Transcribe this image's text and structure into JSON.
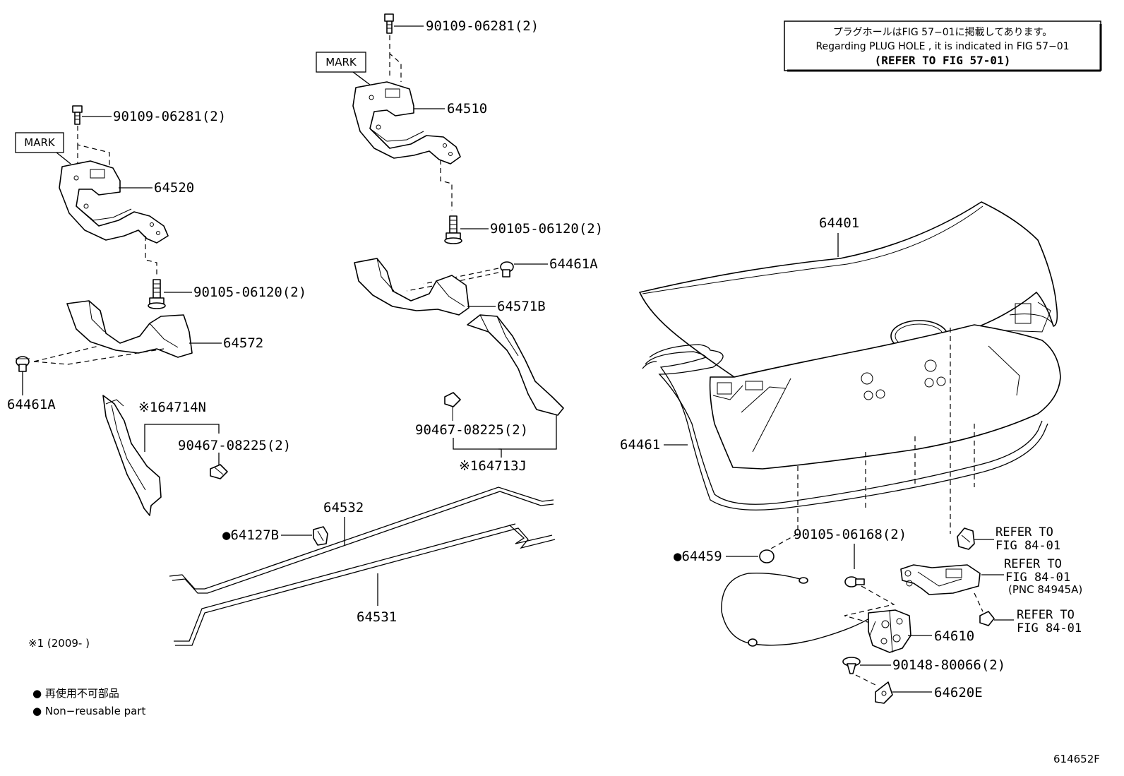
{
  "note_box": {
    "line1": "プラグホールはFIG 57−01に掲載してあります。",
    "line2": "Regarding PLUG HOLE , it is indicated in FIG 57−01",
    "line3": "(REFER TO FIG 57-01)"
  },
  "marks": {
    "left": "MARK",
    "center": "MARK"
  },
  "labels": {
    "bolt_left_top": "90109-06281(2)",
    "hinge_left": "64520",
    "bolt_left_bottom": "90105-06120(2)",
    "cover_left": "64572",
    "clip_left": "64461A",
    "trim_left": "※164714N",
    "clip_trim_left": "90467-08225(2)",
    "bolt_center_top": "90109-06281(2)",
    "hinge_center": "64510",
    "bolt_center_bottom": "90105-06120(2)",
    "clip_center": "64461A",
    "cover_center": "64571B",
    "clip_trim_center": "90467-08225(2)",
    "trim_center": "※164713J",
    "torsion_upper": "64532",
    "clip_rod": "●64127B",
    "torsion_lower": "64531",
    "lid": "64401",
    "weatherstrip": "64461",
    "plug": "●64459",
    "bolt_lock": "90105-06168(2)",
    "lock": "64610",
    "screw_striker": "90148-80066(2)",
    "striker": "64620E",
    "refer1_a": "REFER TO",
    "refer1_b": "FIG 84-01",
    "refer2_a": "REFER TO",
    "refer2_b": "FIG 84-01",
    "refer2_c": "(PNC 84945A)",
    "refer3_a": "REFER TO",
    "refer3_b": "FIG 84-01"
  },
  "footnote": "※1 (2009-       )",
  "legend": {
    "jp": "● 再使用不可部品",
    "en": "● Non−reusable part"
  },
  "fig_code": "614652F"
}
